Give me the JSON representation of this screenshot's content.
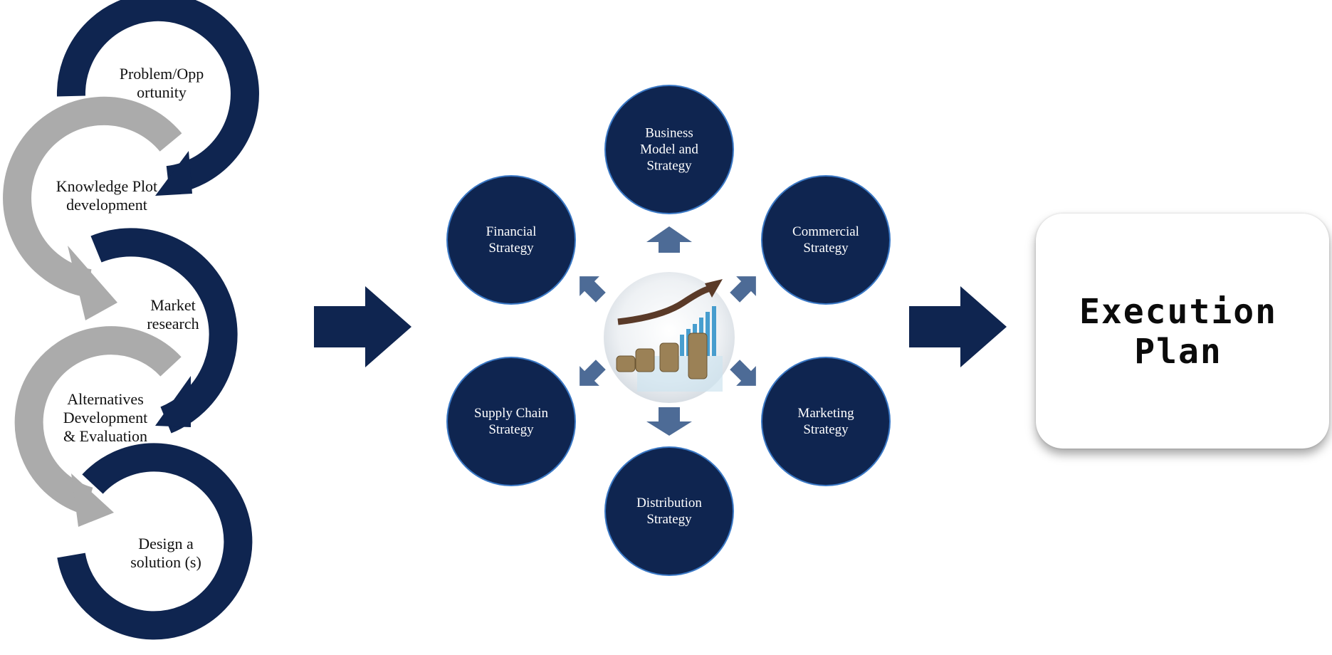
{
  "process_steps": [
    {
      "label": "Problem/Opp\nortunity"
    },
    {
      "label": "Knowledge Plot\ndevelopment"
    },
    {
      "label": "Market\nresearch"
    },
    {
      "label": "Alternatives\nDevelopment\n& Evaluation"
    },
    {
      "label": "Design a\nsolution (s)"
    }
  ],
  "strategy_nodes": [
    {
      "label": "Business\nModel and\nStrategy"
    },
    {
      "label": "Commercial\nStrategy"
    },
    {
      "label": "Marketing\nStrategy"
    },
    {
      "label": "Distribution\nStrategy"
    },
    {
      "label": "Supply Chain\nStrategy"
    },
    {
      "label": "Financial\nStrategy"
    }
  ],
  "result": {
    "label": "Execution\nPlan"
  },
  "colors": {
    "navy": "#0f2550",
    "gray": "#ababab",
    "arrow_blue": "#4d6b96",
    "circle_border": "#3a78c5"
  }
}
